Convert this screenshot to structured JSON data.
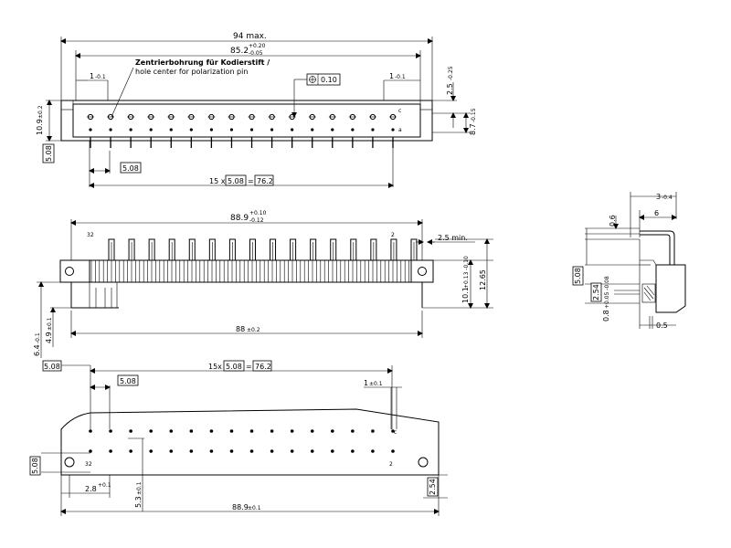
{
  "top_view": {
    "dim_94": "94 max.",
    "dim_852": "85.2",
    "dim_852_tol_upper": "+0.20",
    "dim_852_tol_lower": "-0.05",
    "note_de": "Zentrierbohrung für Kodierstift /",
    "note_en": "hole center for polarization pin",
    "dim_1_left": "1",
    "dim_1_left_tol": "-0.1",
    "dim_1_right": "1",
    "dim_1_right_tol": "-0.1",
    "pos_tolerance": "0.10",
    "dim_25": "2.5",
    "dim_25_tol": "-0.25",
    "dim_87": "8.7",
    "dim_87_tol": "-0.15",
    "dim_109": "10.9",
    "dim_109_tol": "±0.2",
    "box_508_left": "5.08",
    "box_508_bottom": "5.08",
    "pitch_prefix": "15 x",
    "pitch_box": "5.08",
    "pitch_eq": "=",
    "pitch_total_box": "76.2",
    "row_c": "c",
    "row_a": "a"
  },
  "front_view": {
    "dim_889": "88.9",
    "dim_889_tol_upper": "+0.10",
    "dim_889_tol_lower": "-0.12",
    "pin_32": "32",
    "pin_2": "2",
    "dim_25min": "2.5 min.",
    "dim_101": "10.1",
    "dim_101_tol": "+0.13 -0.10",
    "dim_1265": "12.65",
    "dim_88": "88",
    "dim_88_tol": "±0.2",
    "dim_64": "6.4",
    "dim_64_tol": "-0.1",
    "dim_49": "4.9",
    "dim_49_tol": "±0.1"
  },
  "side_view": {
    "dim_3": "3",
    "dim_3_tol": "-0.4",
    "dim_6": "6",
    "dim_06": "0.6",
    "box_508": "5.08",
    "box_254": "2.54",
    "dim_08": "0.8",
    "dim_08_tol": "+0.05 -0.08",
    "dim_05": "0.5"
  },
  "bottom_view": {
    "box_508_top": "5.08",
    "pitch_prefix": "15x",
    "pitch_box": "5.08",
    "pitch_eq": "=",
    "pitch_total_box": "76.2",
    "box_508_inner": "5.08",
    "dim_1": "1",
    "dim_1_tol": "±0.1",
    "row_c": "c",
    "pin_32": "32",
    "pin_2": "2",
    "box_508_left": "5.08",
    "box_254_right": "2.54",
    "dim_28": "2.8",
    "dim_28_tol": "+0.1",
    "dim_53": "5.3",
    "dim_53_tol": "±0.1",
    "dim_889": "88.9",
    "dim_889_tol": "±0.1"
  }
}
